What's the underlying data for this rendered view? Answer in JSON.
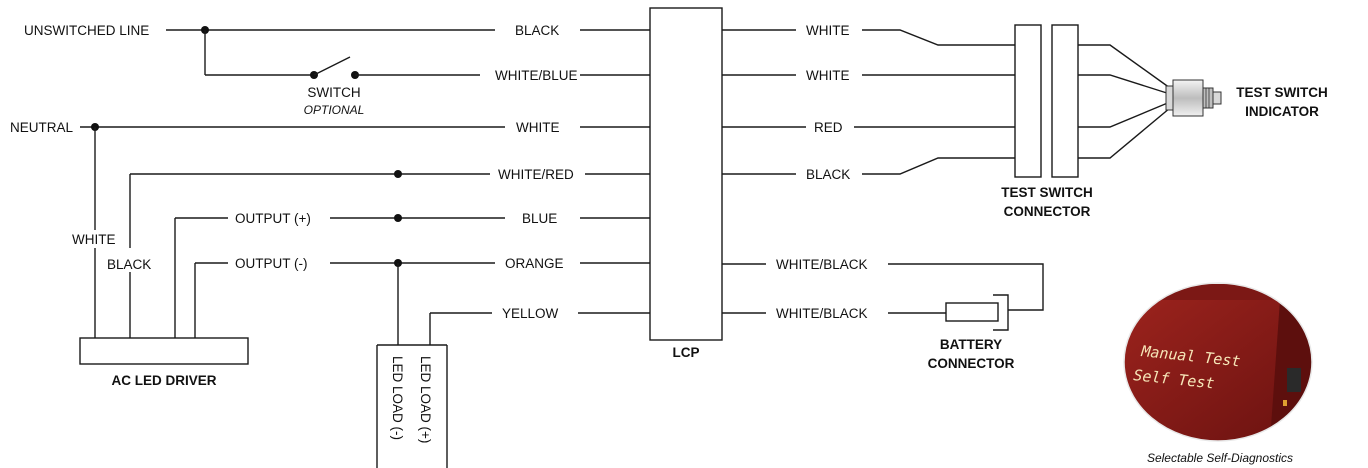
{
  "inputs": {
    "unswitched_line": "UNSWITCHED LINE",
    "switch": "SWITCH",
    "switch_note": "OPTIONAL",
    "neutral": "NEUTRAL"
  },
  "driver": {
    "title": "AC LED DRIVER",
    "white": "WHITE",
    "black": "BLACK",
    "output_pos": "OUTPUT (+)",
    "output_neg": "OUTPUT (-)"
  },
  "led_load": {
    "neg": "LED LOAD (-)",
    "pos": "LED LOAD (+)"
  },
  "lcp": {
    "title": "LCP",
    "left_wires": [
      "BLACK",
      "WHITE/BLUE",
      "WHITE",
      "WHITE/RED",
      "BLUE",
      "ORANGE",
      "YELLOW"
    ],
    "right_wires": [
      "WHITE",
      "WHITE",
      "RED",
      "BLACK",
      "WHITE/BLACK",
      "WHITE/BLACK"
    ]
  },
  "test_switch": {
    "connector_line1": "TEST SWITCH",
    "connector_line2": "CONNECTOR",
    "indicator_line1": "TEST SWITCH",
    "indicator_line2": "INDICATOR"
  },
  "battery": {
    "line1": "BATTERY",
    "line2": "CONNECTOR"
  },
  "inset": {
    "text_line1": "Manual Test",
    "text_line2": "Self Test",
    "caption": "Selectable Self-Diagnostics"
  },
  "colors": {
    "wire": "#1a1a1a",
    "panel_red": "#8b1a16"
  }
}
